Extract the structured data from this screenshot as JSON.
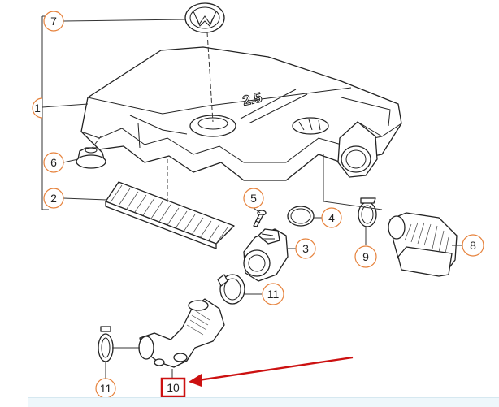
{
  "callouts": {
    "c1": "1",
    "c2": "2",
    "c3": "3",
    "c4": "4",
    "c5": "5",
    "c6": "6",
    "c7": "7",
    "c8": "8",
    "c9": "9",
    "c11a": "11",
    "c11b": "11",
    "c10": "10"
  },
  "cover_marking": "2.5",
  "colors": {
    "callout_outline": "#e6823c",
    "highlight_box": "#cc1111",
    "arrow": "#cc1111",
    "footer_bg": "#eef7fb"
  }
}
